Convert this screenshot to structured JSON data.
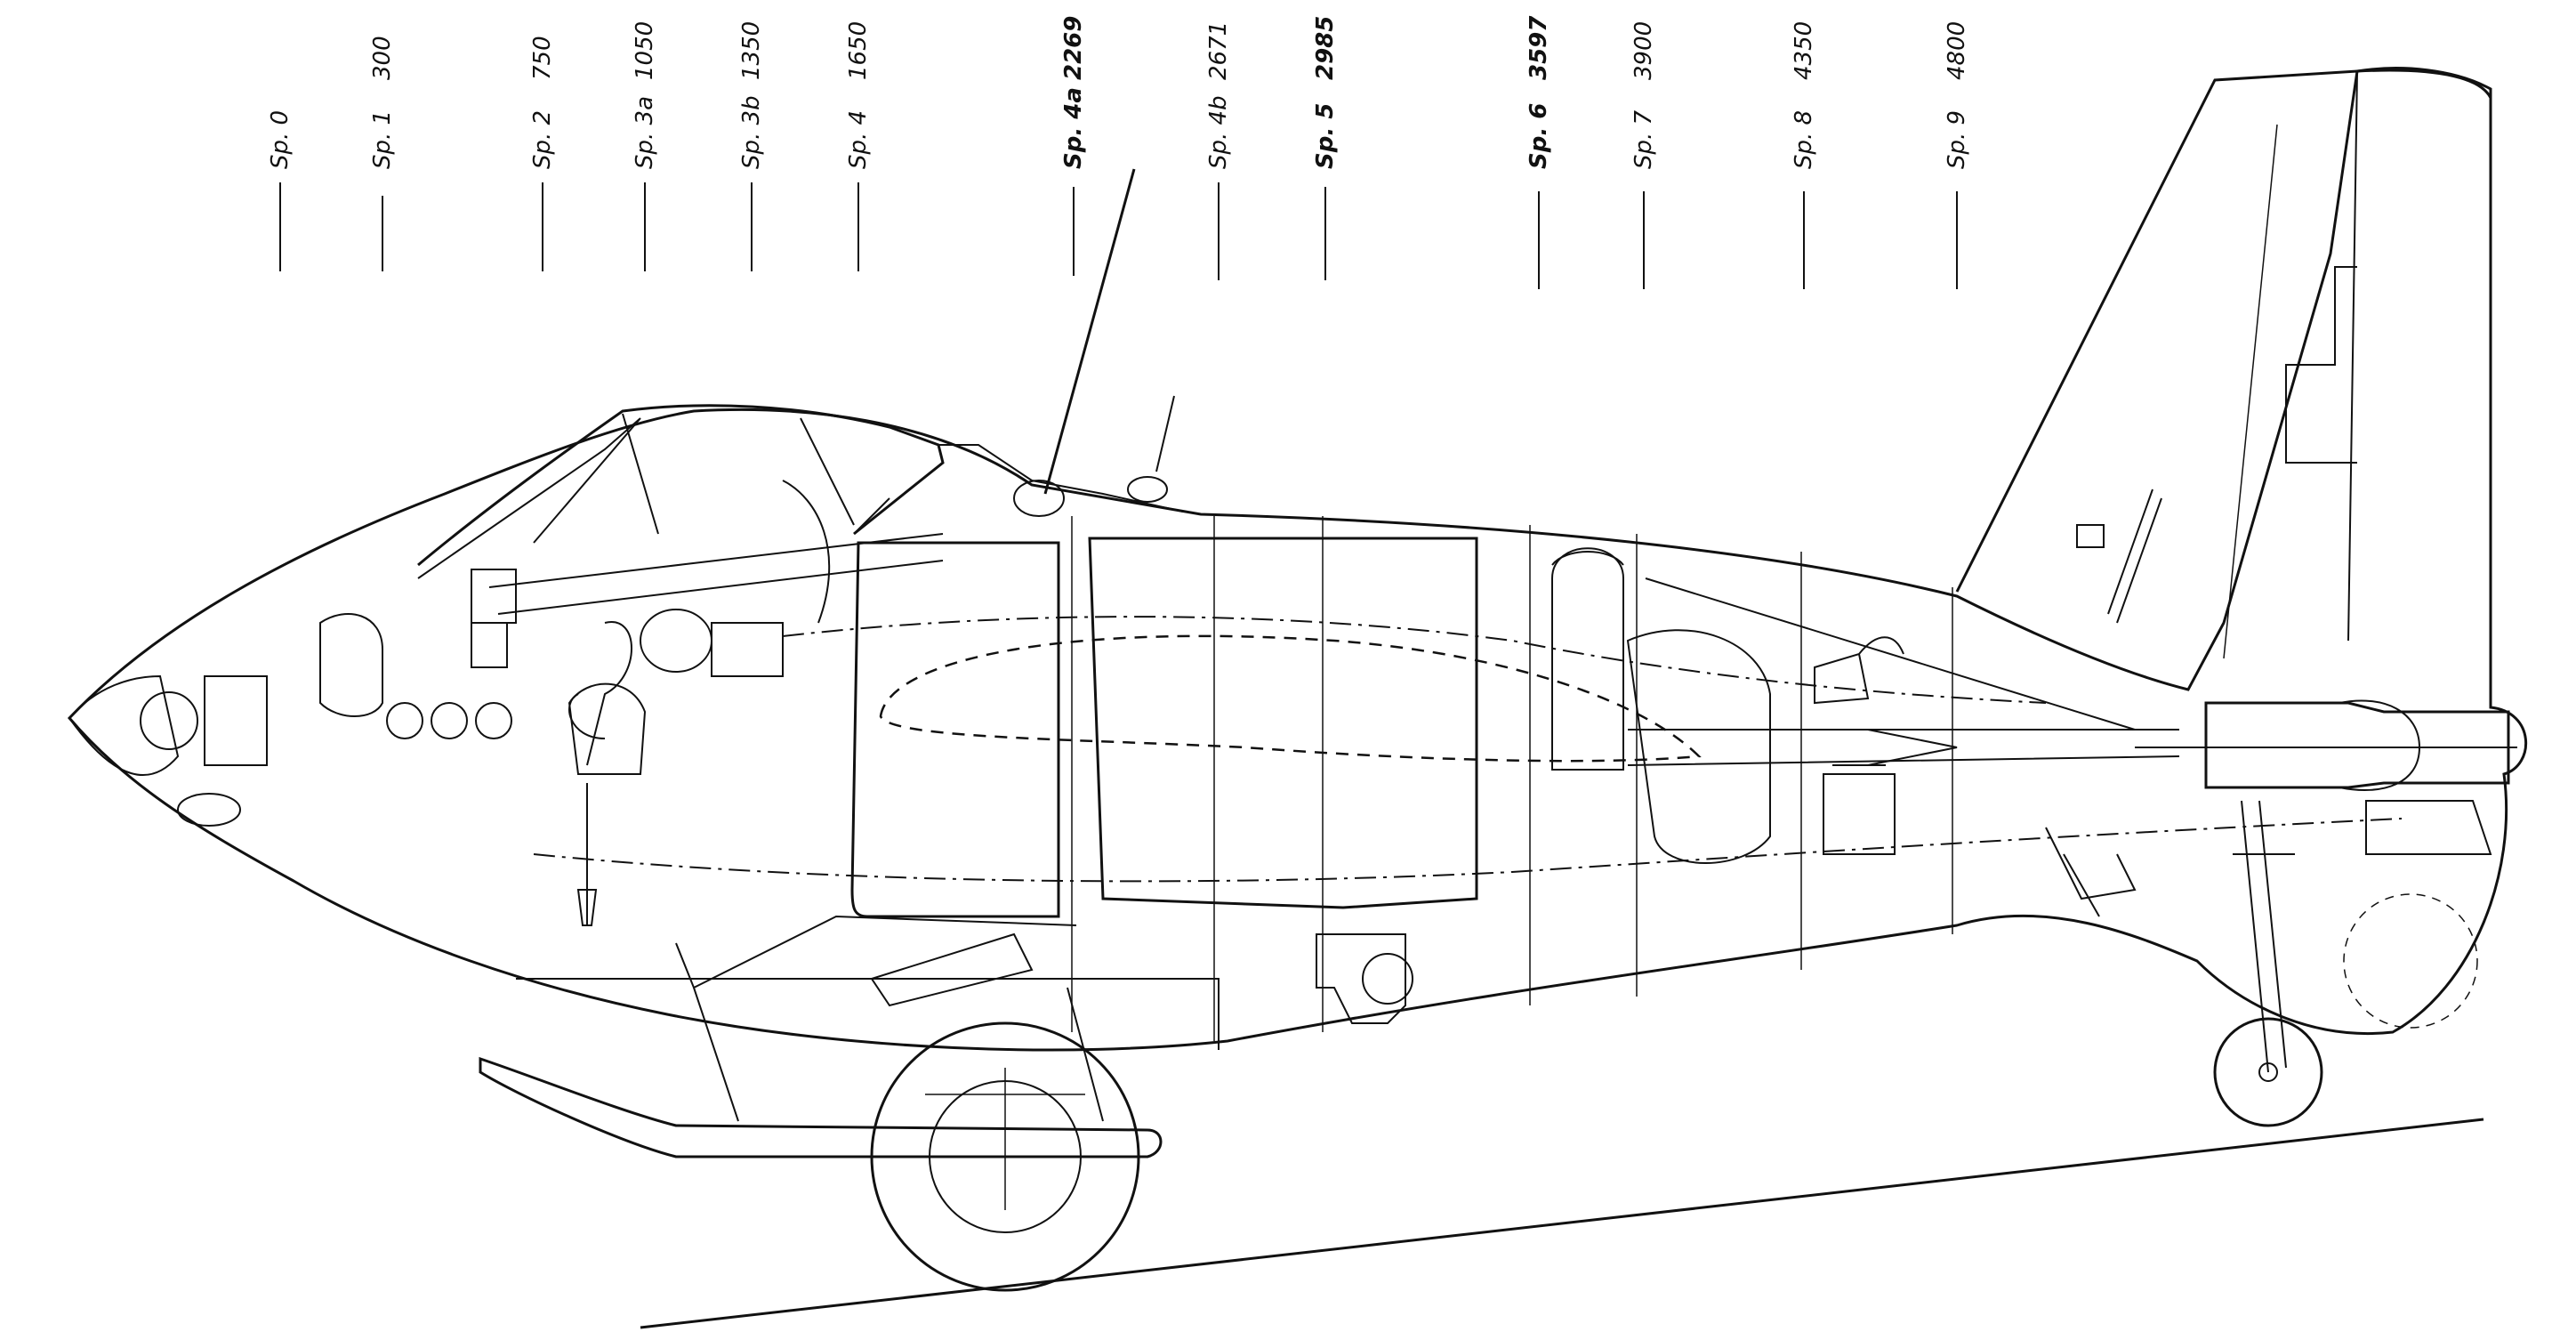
{
  "stations": [
    {
      "name": "Sp. 0",
      "dist": "",
      "bold": false
    },
    {
      "name": "Sp. 1",
      "dist": "300",
      "bold": false
    },
    {
      "name": "Sp. 2",
      "dist": "750",
      "bold": false
    },
    {
      "name": "Sp. 3a",
      "dist": "1050",
      "bold": false
    },
    {
      "name": "Sp. 3b",
      "dist": "1350",
      "bold": false
    },
    {
      "name": "Sp. 4",
      "dist": "1650",
      "bold": false
    },
    {
      "name": "Sp. 4a",
      "dist": "2269",
      "bold": true
    },
    {
      "name": "Sp. 4b",
      "dist": "2671",
      "bold": false
    },
    {
      "name": "Sp. 5",
      "dist": "2985",
      "bold": true
    },
    {
      "name": "Sp. 6",
      "dist": "3597",
      "bold": true
    },
    {
      "name": "Sp. 7",
      "dist": "3900",
      "bold": false
    },
    {
      "name": "Sp. 8",
      "dist": "4350",
      "bold": false
    },
    {
      "name": "Sp. 9",
      "dist": "4800",
      "bold": false
    }
  ],
  "colors": {
    "ink": "#111111",
    "paper": "#ffffff"
  }
}
